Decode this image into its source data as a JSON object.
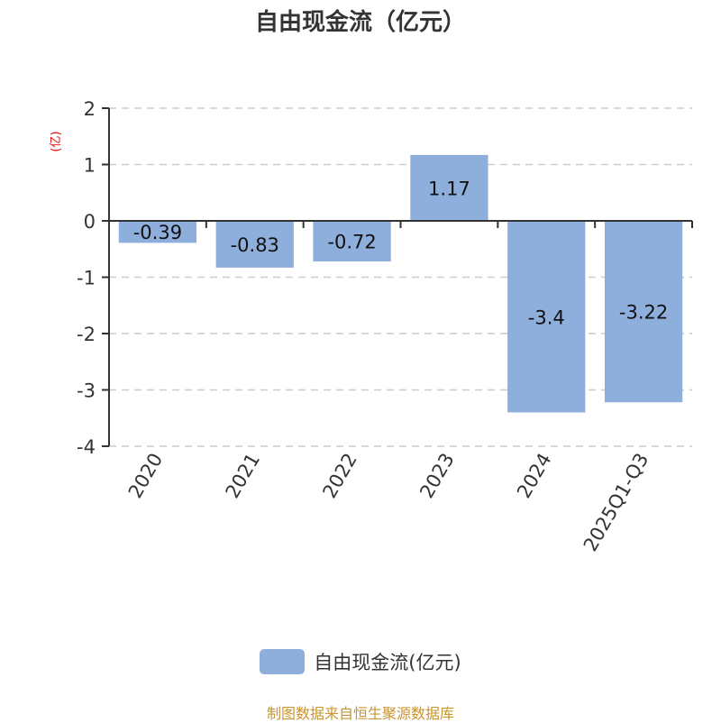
{
  "chart_data": {
    "type": "bar",
    "title": "自由现金流（亿元）",
    "ylabel": "(亿)",
    "xlabel": "",
    "categories": [
      "2020",
      "2021",
      "2022",
      "2023",
      "2024",
      "2025Q1-Q3"
    ],
    "series": [
      {
        "name": "自由现金流(亿元)",
        "values": [
          -0.39,
          -0.83,
          -0.72,
          1.17,
          -3.4,
          -3.22
        ],
        "labels": [
          "-0.39",
          "-0.83",
          "-0.72",
          "1.17",
          "-3.4",
          "-3.22"
        ],
        "color": "#8eaedb"
      }
    ],
    "ylim": [
      -4,
      2
    ],
    "yticks": [
      "2",
      "1",
      "0",
      "-1",
      "-2",
      "-3",
      "-4"
    ],
    "ytick_values": [
      2,
      1,
      0,
      -1,
      -2,
      -3,
      -4
    ],
    "grid": true,
    "legend_position": "bottom-center"
  },
  "colors": {
    "bar": "#8eaedb",
    "axis": "#333333",
    "grid": "#cccccc",
    "ylabel": "#e60000",
    "source": "#c8952f"
  },
  "footer": {
    "source_text": "制图数据来自恒生聚源数据库"
  }
}
